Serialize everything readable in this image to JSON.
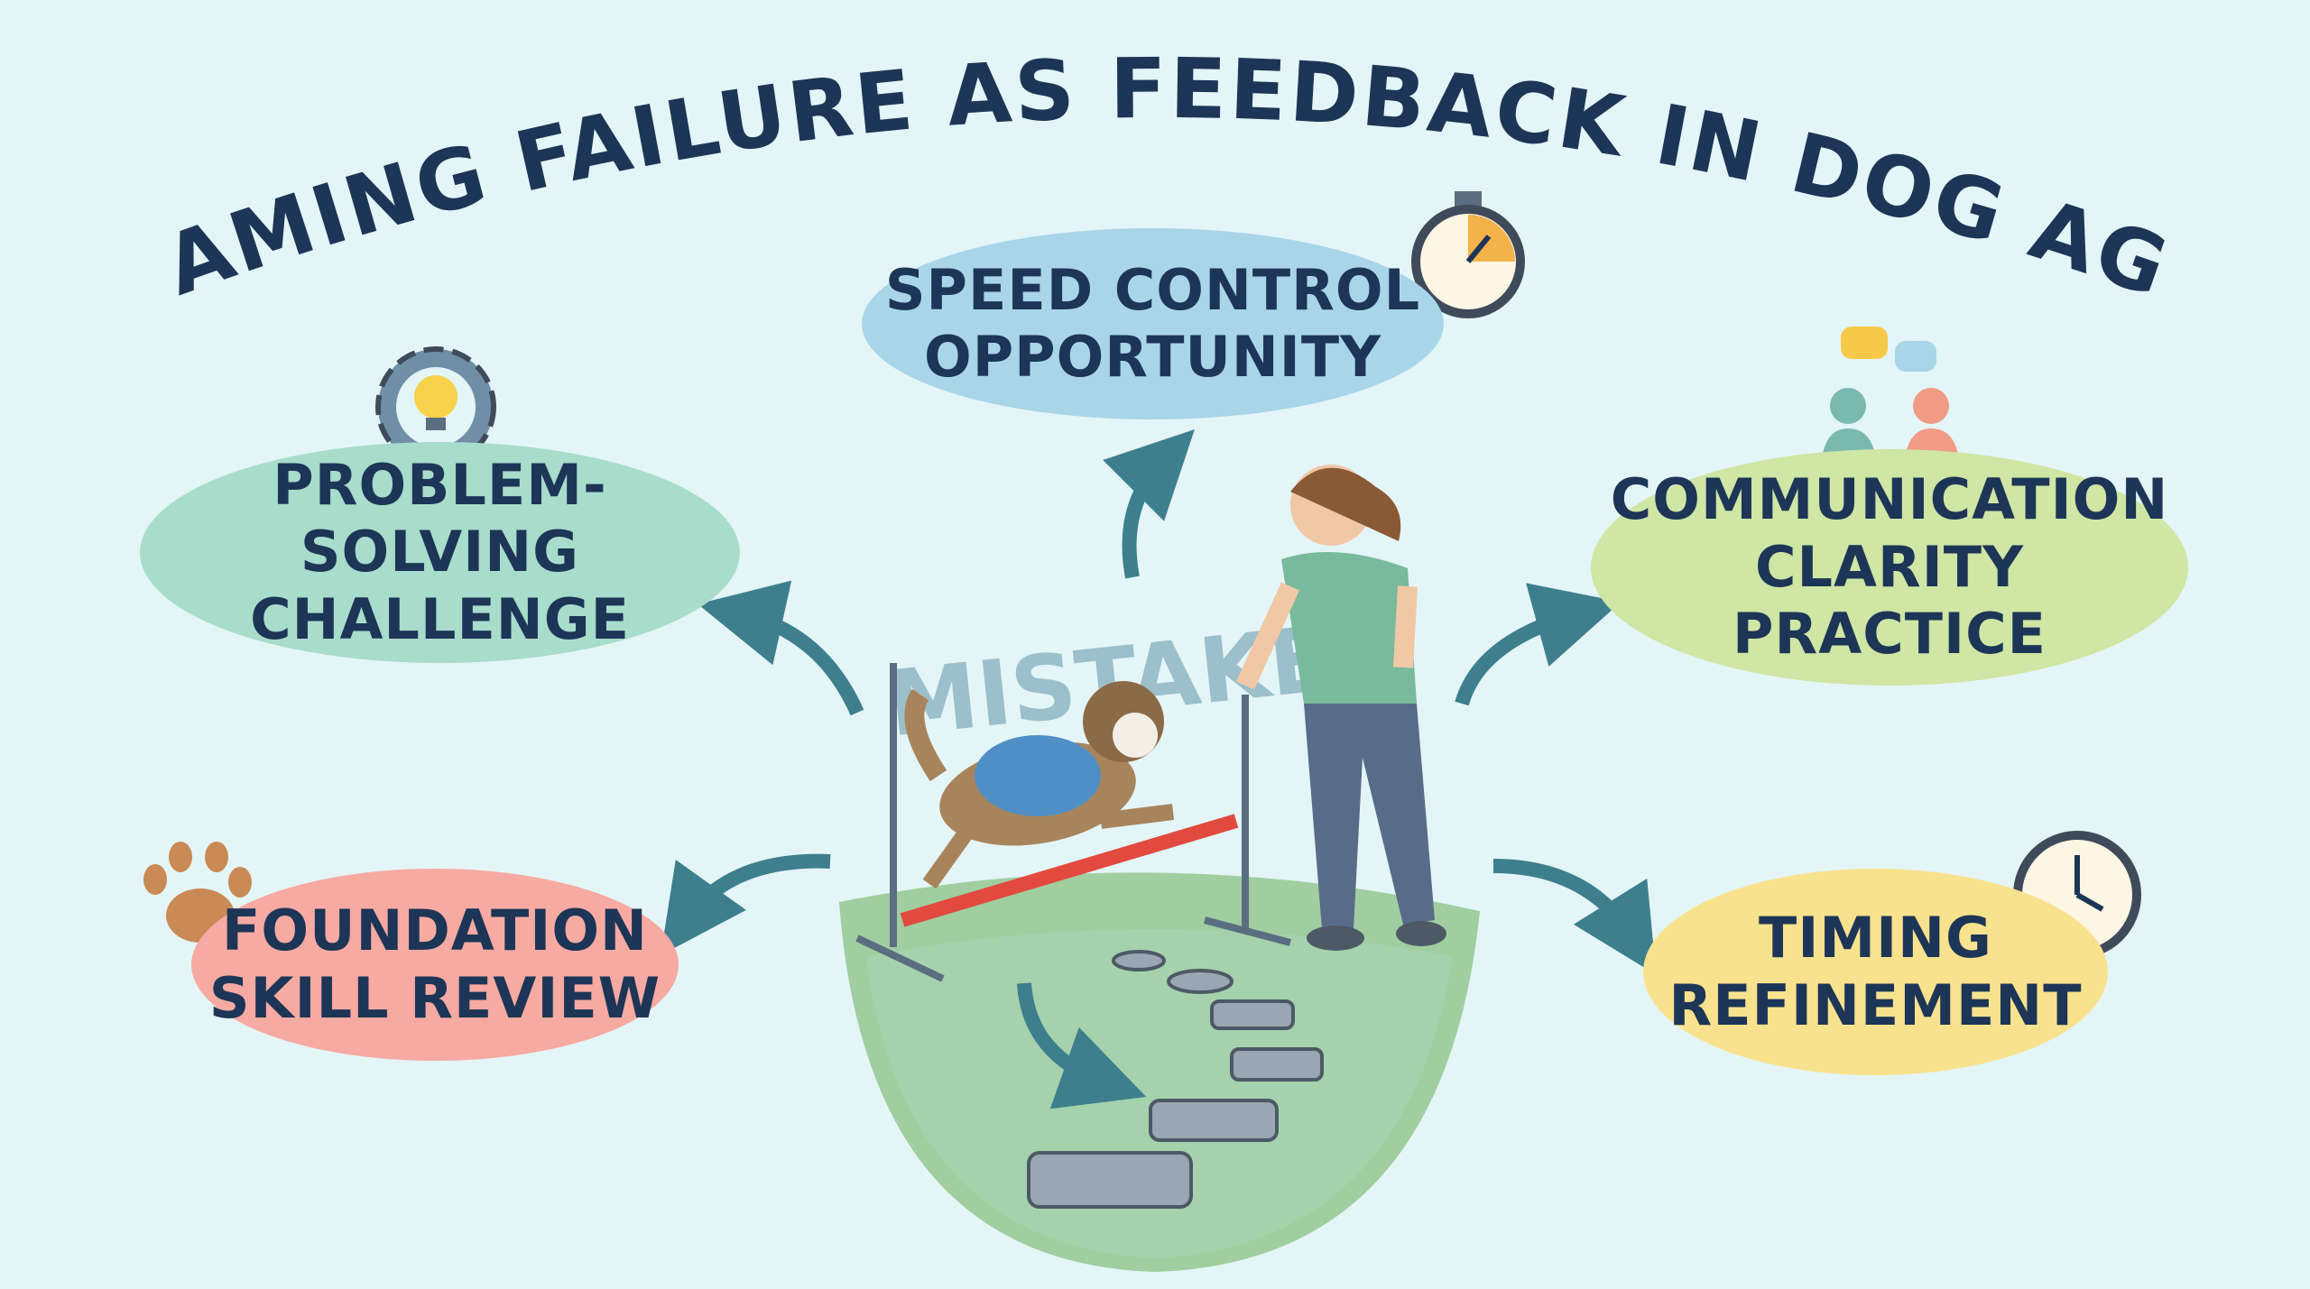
{
  "title": "REFRAMING FAILURE AS FEEDBACK IN DOG AGILITY",
  "center_label": "MISTAKE",
  "bubbles": {
    "speed": {
      "line1": "SPEED CONTROL",
      "line2": "OPPORTUNITY",
      "icon": "stopwatch-icon",
      "color": "#a9d5e8"
    },
    "problem": {
      "line1": "PROBLEM-SOLVING",
      "line2": "CHALLENGE",
      "icon": "gear-lightbulb-icon",
      "color": "#a8dccb"
    },
    "communication": {
      "line1": "COMMUNICATION",
      "line2": "CLARITY PRACTICE",
      "icon": "people-speech-icon",
      "color": "#cfe6a4"
    },
    "foundation": {
      "line1": "FOUNDATION",
      "line2": "SKILL REVIEW",
      "icon": "paw-icon",
      "color": "#f6aaa2"
    },
    "timing": {
      "line1": "TIMING",
      "line2": "REFINEMENT",
      "icon": "clock-icon",
      "color": "#f9e28e"
    }
  },
  "colors": {
    "background": "#e4f5f7",
    "text": "#1d3556",
    "arrow": "#3e7f8e"
  }
}
